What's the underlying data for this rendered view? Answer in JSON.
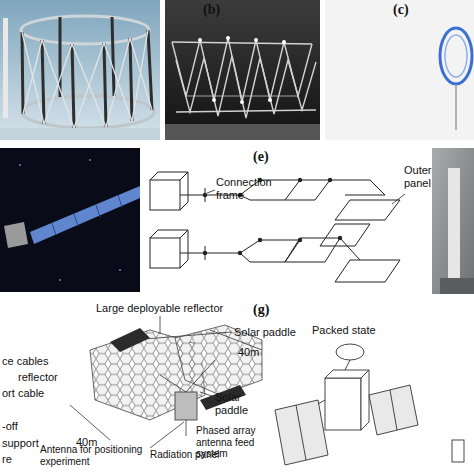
{
  "diagram": {
    "labels": [
      "(b)",
      "(c)",
      "(e)",
      "Connection frame",
      "Outer panel",
      "ce cables",
      "reflector",
      "ort cable",
      "-off",
      "support",
      "re",
      "Large deployable reflector",
      "Solar paddle",
      "Solar paddle",
      "40m",
      "40m",
      "Antenna for positioning experiment",
      "Radiation panel",
      "Phased array antenna feed system",
      "(g)",
      "Packed state"
    ]
  }
}
